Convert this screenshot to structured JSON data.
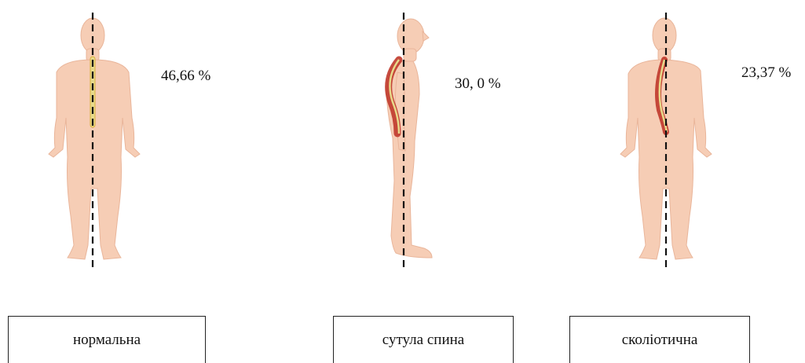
{
  "postures": [
    {
      "percent_text": "46,66 %",
      "label": "нормальна"
    },
    {
      "percent_text": "30, 0 %",
      "label": "сутула спина"
    },
    {
      "percent_text": "23,37 %",
      "label": "сколіотична"
    }
  ],
  "colors": {
    "skin": "#f6cdb5",
    "skin_edge": "#e9b59a",
    "spine_normal": "#e7d98a",
    "spine_curve": "#c0392b",
    "axis_line": "#111111",
    "box_border": "#222222"
  }
}
